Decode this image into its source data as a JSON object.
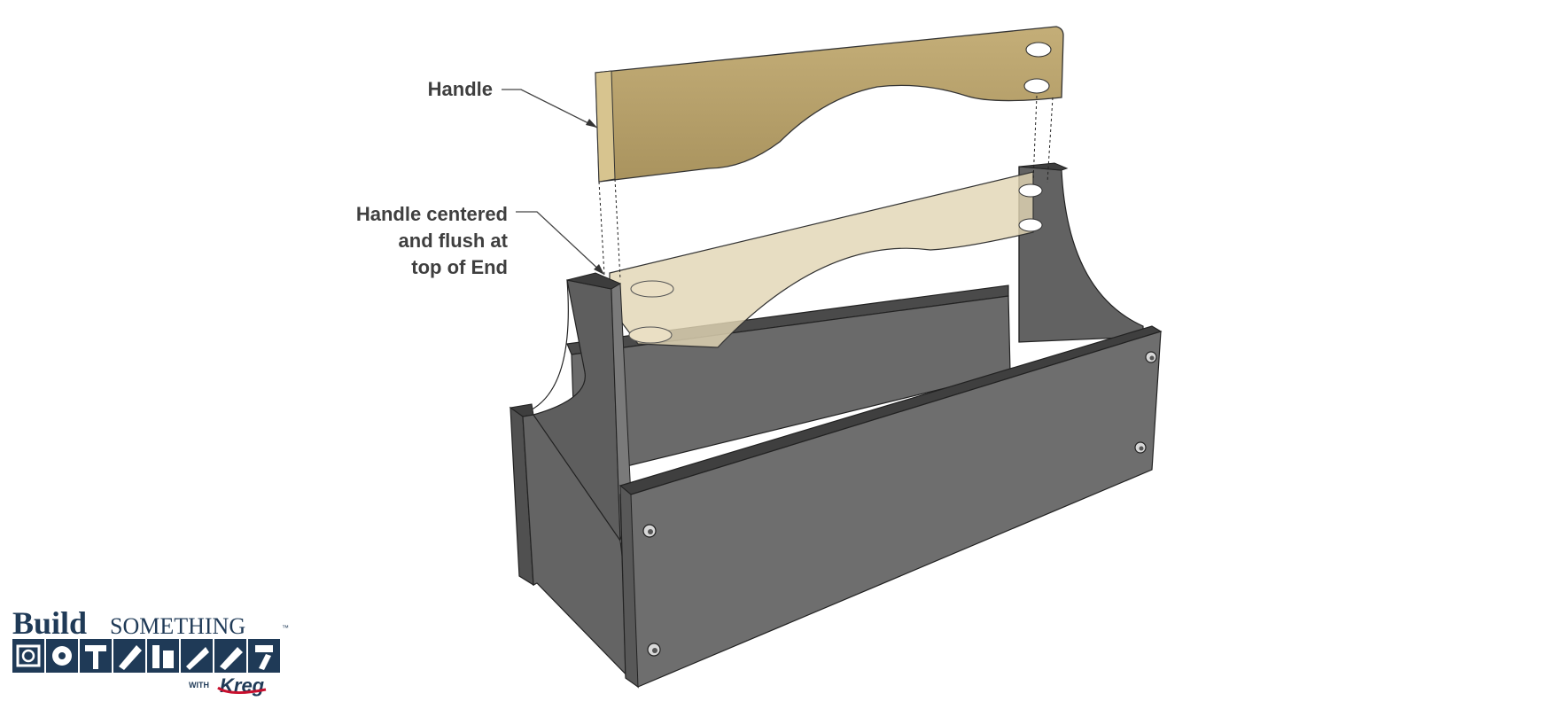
{
  "labels": {
    "handle": "Handle",
    "centered_line1": "Handle centered",
    "centered_line2": "and flush at",
    "centered_line3": "top of End"
  },
  "logo": {
    "brand_build": "Build",
    "brand_something": "SOMETHING",
    "with_text": "WITH",
    "partner": "Kreg",
    "tm": "™"
  },
  "colors": {
    "handle_wood": "#b8a26c",
    "handle_ghost": "#e2d5b4",
    "box_front": "#6d6d6d",
    "box_side": "#5c5c5c",
    "box_top": "#4d4d4d",
    "box_inner": "#666666",
    "label_text": "#3f3f3f",
    "logo_navy": "#1f3a57",
    "logo_red": "#c8102e"
  }
}
